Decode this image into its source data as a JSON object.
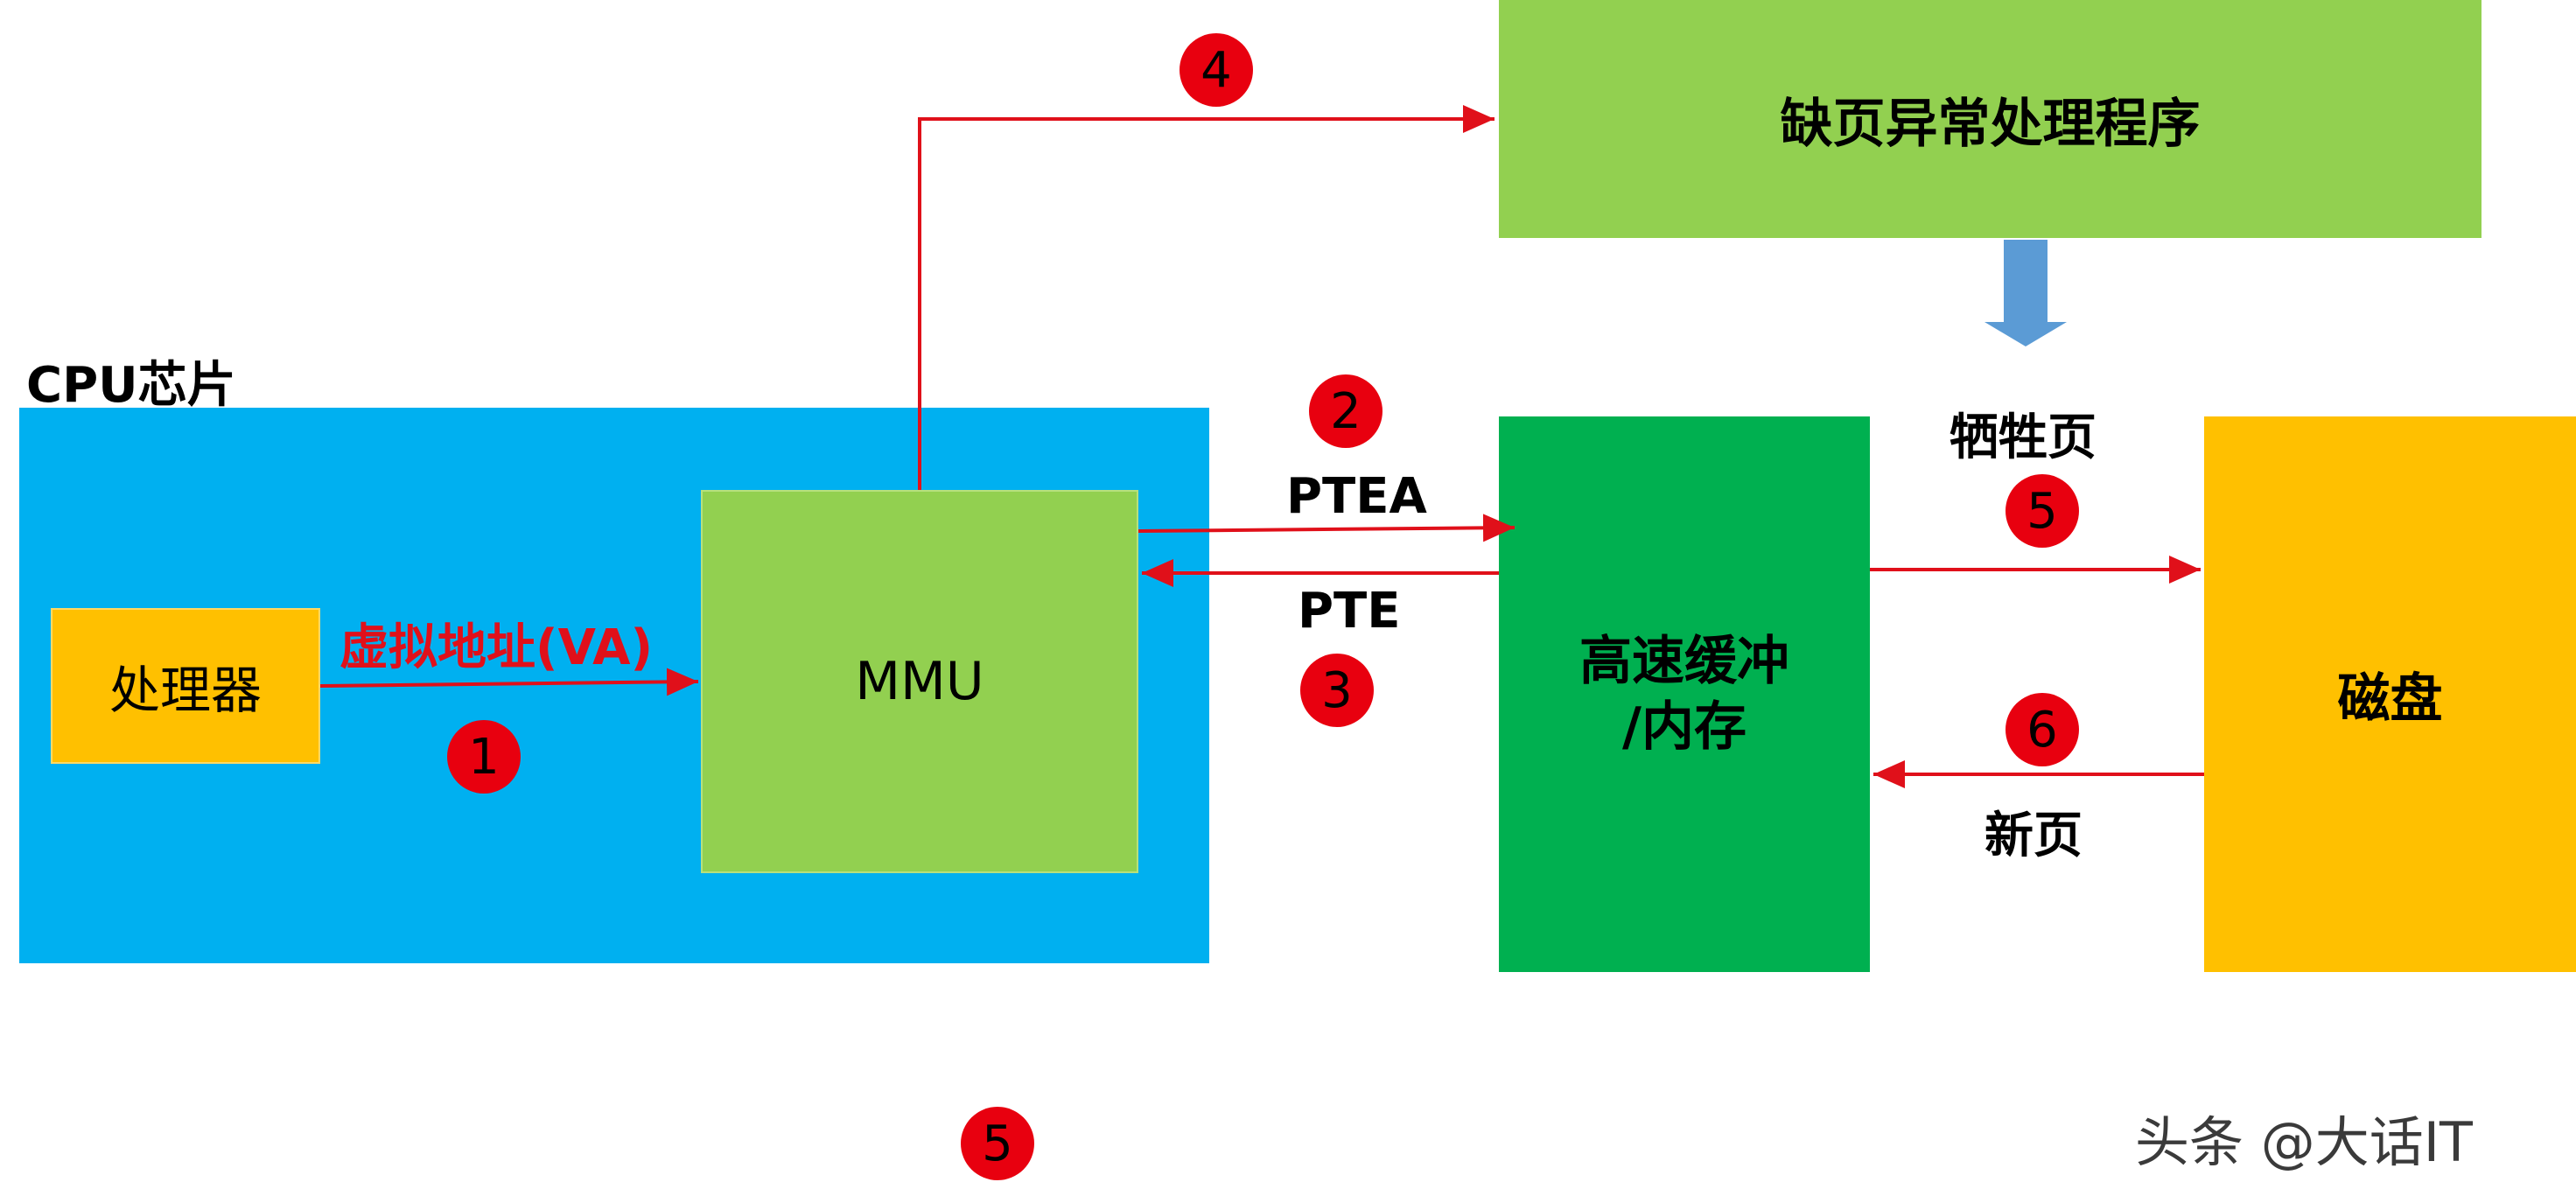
{
  "cpu_chip": {
    "title": "CPU芯片"
  },
  "processor": {
    "label": "处理器"
  },
  "mmu": {
    "label": "MMU"
  },
  "page_fault_handler": {
    "label": "缺页异常处理程序"
  },
  "cache_memory": {
    "line1": "高速缓冲",
    "line2": "/内存"
  },
  "disk": {
    "label": "磁盘"
  },
  "labels": {
    "virtual_address": "虚拟地址(VA)",
    "ptea": "PTEA",
    "pte": "PTE",
    "victim_page": "牺牲页",
    "new_page": "新页"
  },
  "steps": [
    "1",
    "2",
    "3",
    "4",
    "5",
    "6",
    "5"
  ],
  "watermark": "头条 @大话IT",
  "colors": {
    "cpu_chip": "#00b0f0",
    "processor": "#ffc000",
    "mmu": "#92d050",
    "handler": "#92d050",
    "cache_memory": "#00b050",
    "disk": "#ffc000",
    "arrow": "#e0101a",
    "badge": "#e8000f",
    "down_arrow": "#5b9bd5"
  }
}
